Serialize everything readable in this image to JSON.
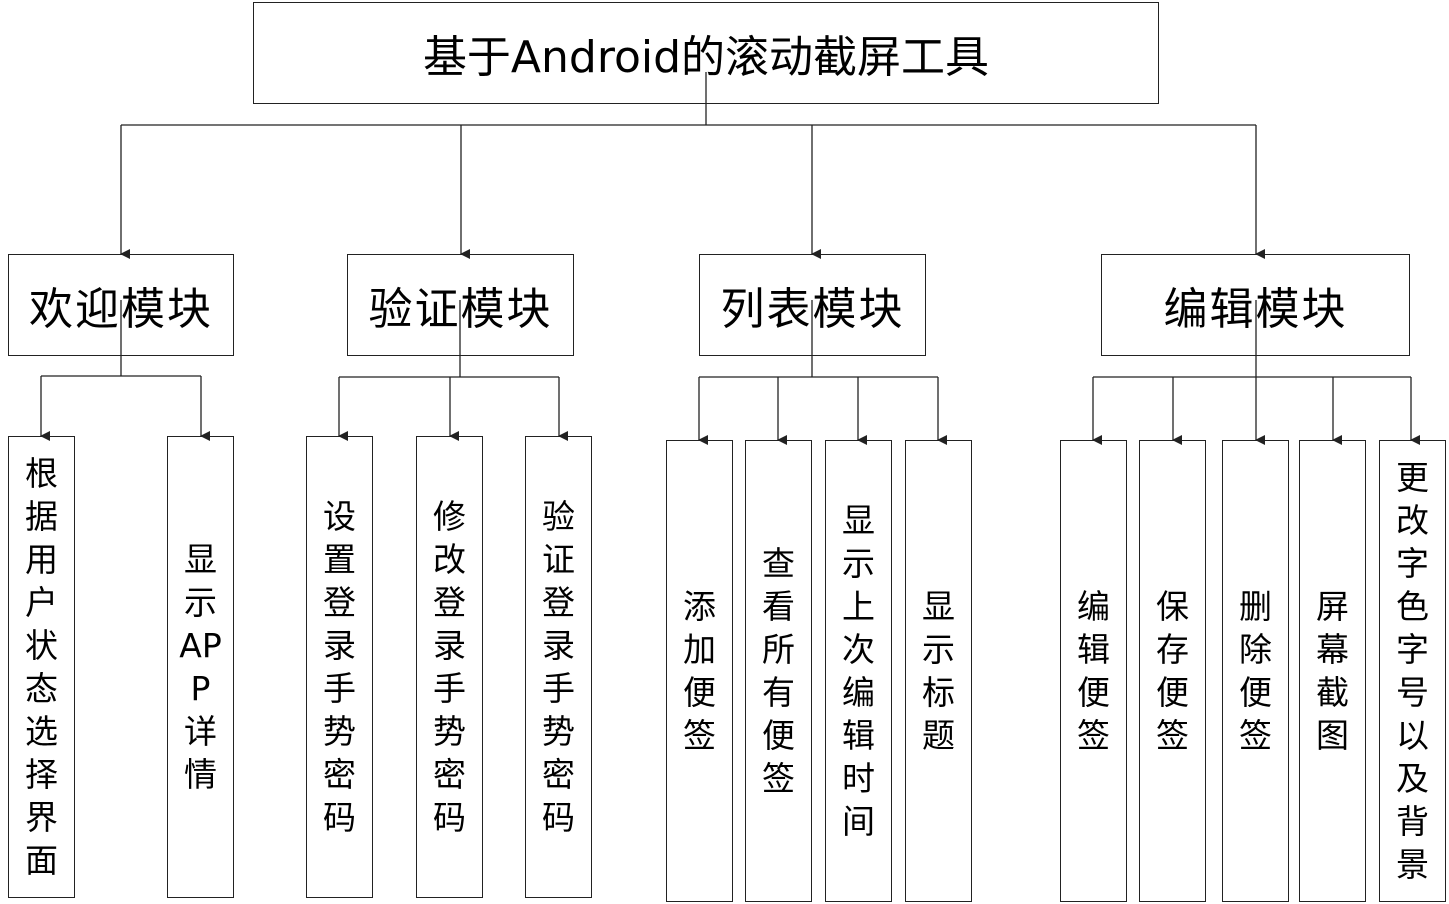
{
  "title": "基于Android的滚动截屏工具",
  "modules": [
    {
      "id": "welcome",
      "label": "欢迎模块",
      "children": [
        "根据用户状态选择界面",
        "显示APP详情"
      ]
    },
    {
      "id": "verify",
      "label": "验证模块",
      "children": [
        "设置登录手势密码",
        "修改登录手势密码",
        "验证登录手势密码"
      ]
    },
    {
      "id": "list",
      "label": "列表模块",
      "children": [
        "添加便签",
        "查看所有便签",
        "显示上次编辑时间",
        "显示标题"
      ]
    },
    {
      "id": "edit",
      "label": "编辑模块",
      "children": [
        "编辑便签",
        "保存便签",
        "删除便签",
        "屏幕截图",
        "更改字色字号以及背景"
      ]
    }
  ],
  "colors": {
    "line": "#222222",
    "text": "#000000",
    "background": "#ffffff"
  }
}
